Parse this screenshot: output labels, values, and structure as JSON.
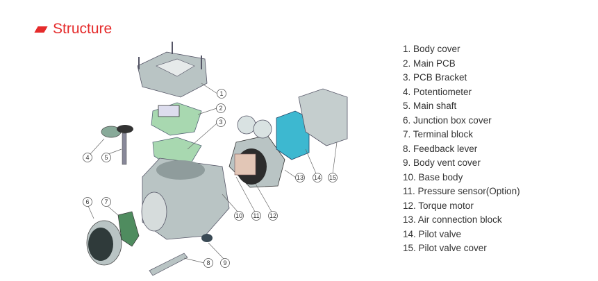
{
  "title": "Structure",
  "colors": {
    "accent": "#e52b2b",
    "metal": "#b9c4c4",
    "pcb": "#a8d8b0",
    "pilot": "#3db8d0"
  },
  "parts": [
    {
      "num": "1",
      "label": "1. Body cover"
    },
    {
      "num": "2",
      "label": "2. Main PCB"
    },
    {
      "num": "3",
      "label": "3. PCB Bracket"
    },
    {
      "num": "4",
      "label": "4. Potentiometer"
    },
    {
      "num": "5",
      "label": "5. Main shaft"
    },
    {
      "num": "6",
      "label": "6. Junction box cover"
    },
    {
      "num": "7",
      "label": "7. Terminal block"
    },
    {
      "num": "8",
      "label": "8. Feedback lever"
    },
    {
      "num": "9",
      "label": "9. Body vent cover"
    },
    {
      "num": "10",
      "label": "10. Base body"
    },
    {
      "num": "11",
      "label": "11. Pressure sensor(Option)"
    },
    {
      "num": "12",
      "label": "12. Torque motor"
    },
    {
      "num": "13",
      "label": "13. Air connection block"
    },
    {
      "num": "14",
      "label": "14. Pilot valve"
    },
    {
      "num": "15",
      "label": "15. Pilot valve cover"
    }
  ]
}
